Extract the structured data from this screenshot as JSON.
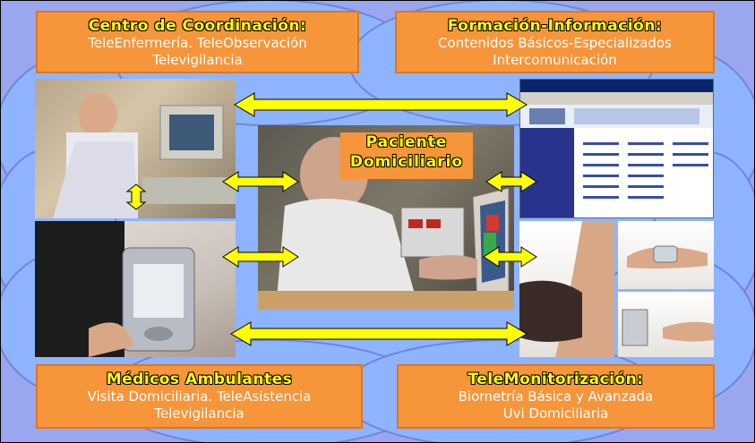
{
  "boxes": {
    "coordination": {
      "title": "Centro de Coordinación:",
      "line1": "TeleEnfermería. TeleObservación",
      "line2": "Televigilancia"
    },
    "training": {
      "title": "Formación-Información:",
      "line1": "Contenidos Básicos-Especializados",
      "line2": "Intercomunicación"
    },
    "doctors": {
      "title": "Médicos Ambulantes",
      "line1": "Visita Domiciliaria. TeleAsistencia",
      "line2": "Televigilancia"
    },
    "monitoring": {
      "title": "TeleMonitorización:",
      "line1": "Biometría Básica y Avanzada",
      "line2": "Uvi Domiciliaria"
    }
  },
  "patient": {
    "line1": "Paciente",
    "line2": "Domiciliario"
  },
  "colors": {
    "background": "#9aa6f0",
    "cloud": "#8fb4ff",
    "box_fill": "#f7953a",
    "title_text": "#ffff00",
    "body_text": "#ffffff",
    "arrow_fill": "#ffff00"
  }
}
